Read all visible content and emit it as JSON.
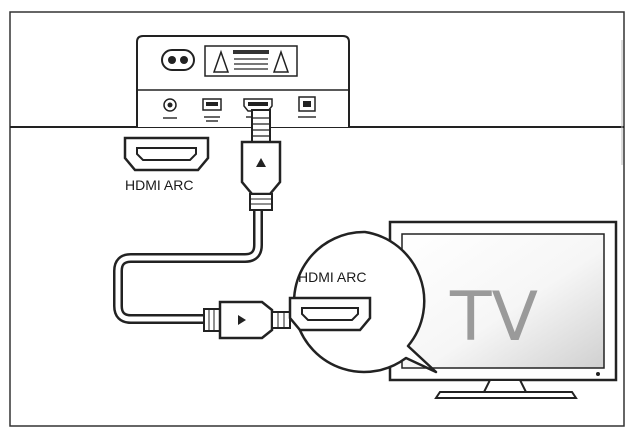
{
  "diagram": {
    "soundbar_port_label": "HDMI ARC",
    "tv_port_label": "HDMI ARC",
    "tv_screen_text": "TV"
  },
  "colors": {
    "stroke": "#222222",
    "tv_screen_light": "#f4f4f4",
    "tv_screen_dark": "#cfcfcf",
    "tv_text": "#9a9a9a"
  }
}
